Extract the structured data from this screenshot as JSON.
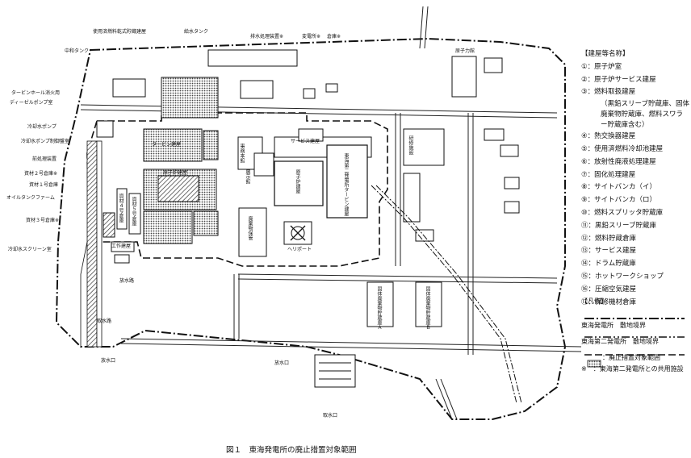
{
  "caption": "図１　東海発電所の廃止措置対象範囲",
  "map_labels": {
    "used_fuel_dry_storage": "使用済燃料乾式貯蔵建屋",
    "water_tank": "給水タンク",
    "wastewater_facility": "排水処理装置※",
    "substation": "変電所※",
    "warehouse": "倉庫※",
    "reactor2": "原子力館",
    "heavy_oil_tank": "中和タンク",
    "turbine_fire": "タービンホール消火用",
    "diesel_tank": "ディーゼルポンプ室",
    "cooling_pump": "冷却水ポンプ",
    "cooling_pump_control": "冷却水ポンプ制御盤室",
    "pretreatment": "前処理装置",
    "material2": "資材２号倉庫※",
    "material1": "資材１号倉庫",
    "oil_tank_farm": "オイルタンクファーム",
    "material3": "資材３号倉庫※",
    "screen_room": "冷却水スクリーン室",
    "drain_path": "放水路",
    "outlet1": "放水口",
    "outlet2": "放水口",
    "intake": "取水口",
    "intake_path": "取水路",
    "turbine_bldg": "タービン建屋",
    "reactor_service": "原子炉建屋",
    "service_bldg": "サービス建屋",
    "waste_storage": "廃棄物保管",
    "tokai2_turbine": "東海第二発電所タービン建屋",
    "tokai2_reactor": "原子炉建屋",
    "heliport": "ヘリポート",
    "admin_bldg": "事務本館",
    "work_bldg": "工作建屋",
    "solid_waste_a": "固体廃棄物貯蔵庫Ａ",
    "solid_waste_b": "固体廃棄物貯蔵庫Ｂ",
    "material4": "資材４号倉庫",
    "material5": "資材５号倉庫",
    "training": "研修施設",
    "building_p": "展示館"
  },
  "legend": {
    "title": "【建屋等名称】",
    "items": [
      "①：原子炉室",
      "②：原子炉サービス建屋",
      "③：燃料取扱建屋",
      "（黒鉛スリーブ貯蔵庫、固体廃棄物貯蔵庫、燃料スワラー貯蔵庫含む）",
      "④：熱交換器建屋",
      "⑤：使用済燃料冷却池建屋",
      "⑥：放射性廃液処理建屋",
      "⑦：固化処理建屋",
      "⑧：サイトバンカ（イ）",
      "⑨：サイトバンカ（ロ）",
      "⑩：燃料スプリッタ貯蔵庫",
      "⑪：黒鉛スリーブ貯蔵庫",
      "⑫：燃料貯蔵倉庫",
      "⑬：サービス建屋",
      "⑭：ドラム貯蔵庫",
      "⑮：ホットワークショップ",
      "⑯：圧縮空気建屋",
      "⑰：保修機材倉庫"
    ]
  },
  "legend2": {
    "title": "【凡例】",
    "boundary_tokai": "東海発電所　敷地境界",
    "boundary_tokai2": "東海第二発電所　敷地境界",
    "target_area": "：廃止措置対象範囲",
    "note": "※　：東海第二発電所との共用施設"
  }
}
